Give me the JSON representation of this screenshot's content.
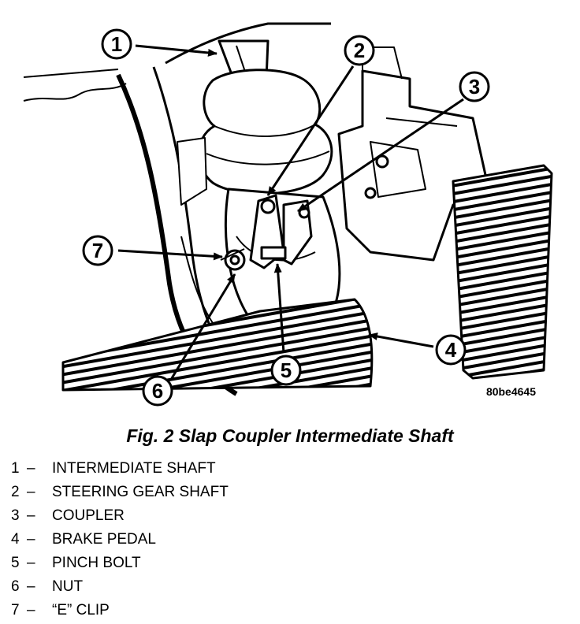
{
  "callouts": [
    "1",
    "2",
    "3",
    "4",
    "5",
    "6",
    "7"
  ],
  "figure_code": "80be4645",
  "caption": "Fig. 2 Slap Coupler Intermediate Shaft",
  "legend": [
    {
      "num": "1",
      "dash": "–",
      "label": "INTERMEDIATE SHAFT"
    },
    {
      "num": "2",
      "dash": "–",
      "label": "STEERING GEAR SHAFT"
    },
    {
      "num": "3",
      "dash": "–",
      "label": "COUPLER"
    },
    {
      "num": "4",
      "dash": "–",
      "label": "BRAKE PEDAL"
    },
    {
      "num": "5",
      "dash": "–",
      "label": "PINCH BOLT"
    },
    {
      "num": "6",
      "dash": "–",
      "label": "NUT"
    },
    {
      "num": "7",
      "dash": "–",
      "label": "“E” CLIP"
    }
  ]
}
